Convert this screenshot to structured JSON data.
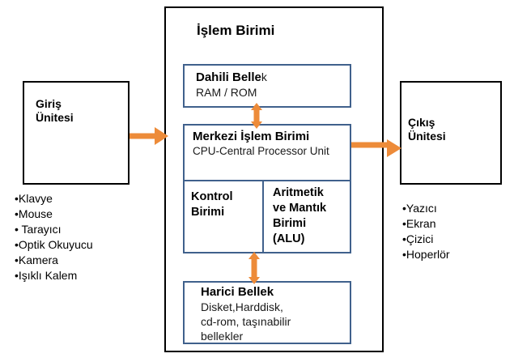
{
  "diagram": {
    "title": "İşlem Birimi",
    "colors": {
      "arrow": "#ED8B39",
      "inner_border": "#40618C",
      "outer_border": "#000000",
      "background": "#FFFFFF"
    }
  },
  "input_unit": {
    "label": "Giriş\nÜnitesi",
    "items": [
      "•Klavye",
      "•Mouse",
      "• Tarayıcı",
      "•Optik Okuyucu",
      "•Kamera",
      "•Işıklı  Kalem"
    ]
  },
  "output_unit": {
    "label": "Çıkış\nÜnitesi",
    "items": [
      "•Yazıcı",
      "•Ekran",
      "•Çizici",
      "•Hoperlör"
    ]
  },
  "processing_unit": {
    "title": "İşlem Birimi",
    "internal_memory": {
      "title_bold": "Dahili Belle",
      "title_tail": "k",
      "subtitle": "RAM / ROM"
    },
    "cpu": {
      "title": "Merkezi İşlem Birimi",
      "subtitle": "CPU-Central Processor Unit",
      "control_unit": "Kontrol\nBirimi",
      "alu": "Aritmetik\nve Mantık\nBirimi\n(ALU)"
    },
    "external_memory": {
      "title": "Harici Bellek",
      "lines": "Disket,Harddisk,\n cd-rom,  taşınabilir\nbellekler"
    }
  },
  "arrows": [
    {
      "name": "input-to-processing",
      "direction": "right"
    },
    {
      "name": "processing-to-output",
      "direction": "right"
    },
    {
      "name": "memory-cpu-link",
      "direction": "both"
    },
    {
      "name": "cpu-external-memory-link",
      "direction": "both"
    }
  ]
}
